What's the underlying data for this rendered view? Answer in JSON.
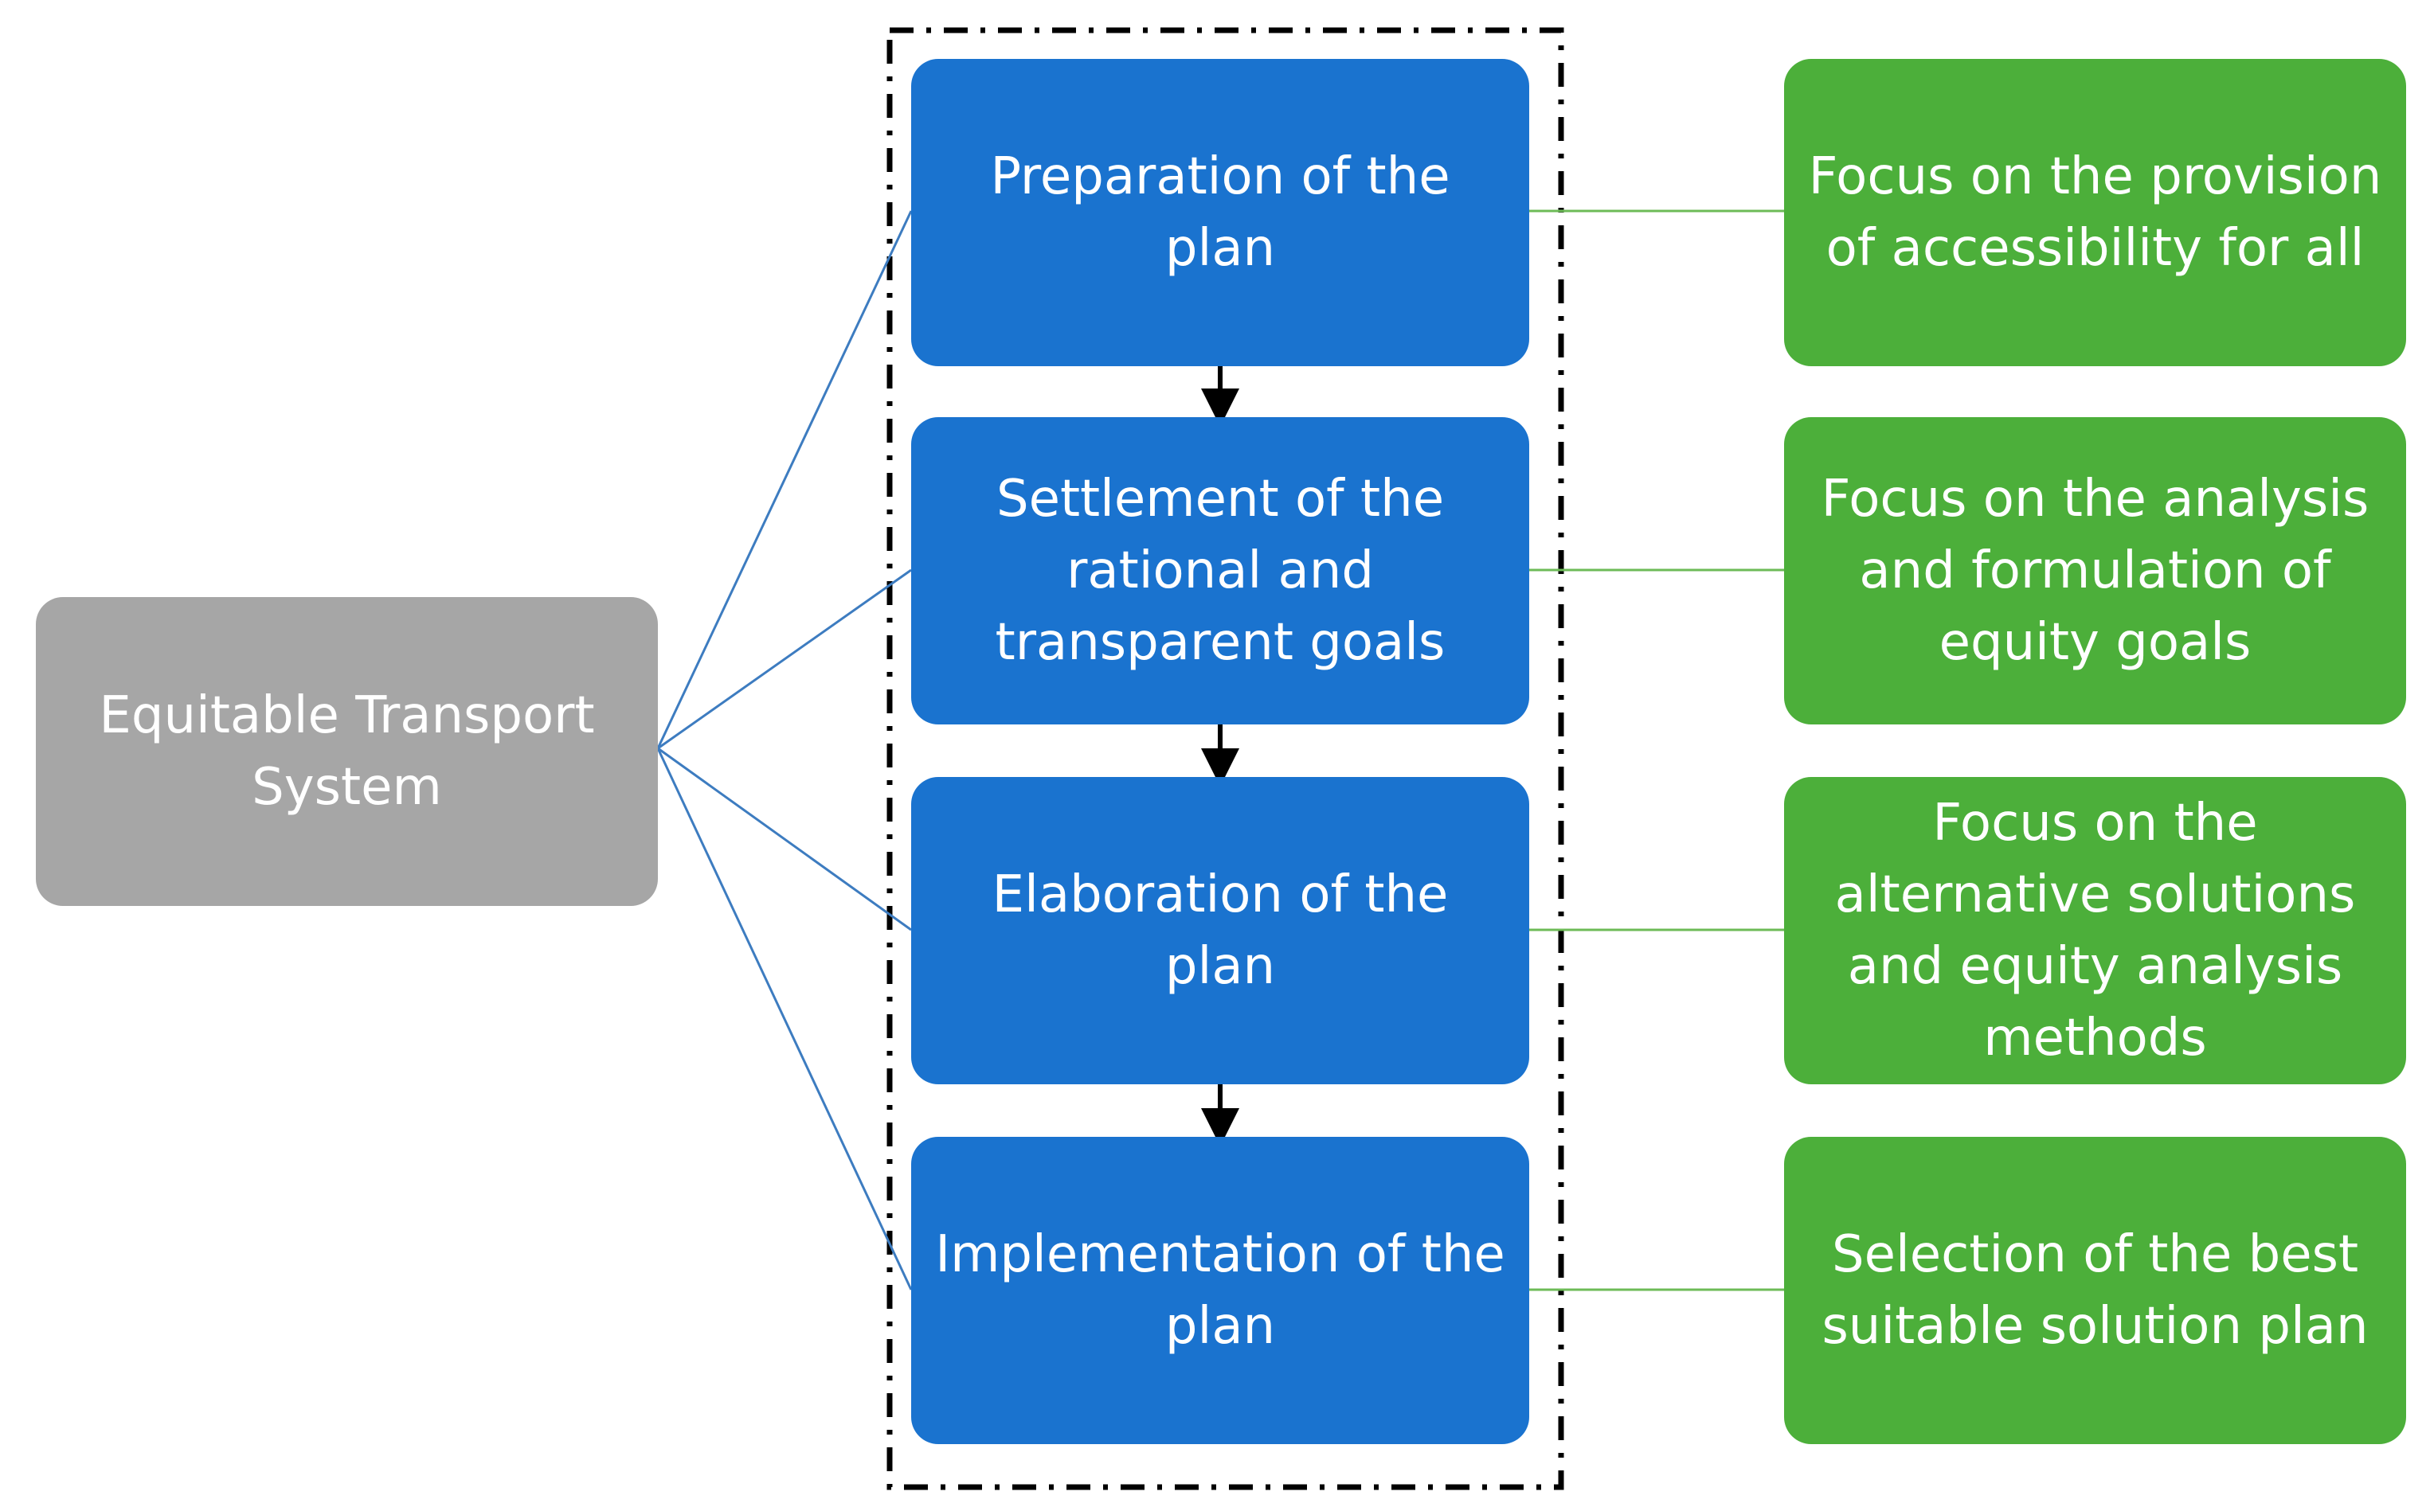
{
  "colors": {
    "root": "#a6a6a6",
    "step": "#1a73cf",
    "focus": "#4caf3a",
    "connector_blue": "#3d7cc0",
    "connector_green": "#6dbb57",
    "arrow": "#000000",
    "frame": "#000000"
  },
  "root": {
    "label": "Equitable Transport\nSystem"
  },
  "steps": [
    {
      "label": "Preparation of the\nplan"
    },
    {
      "label": "Settlement of the\nrational and\ntransparent goals"
    },
    {
      "label": "Elaboration of the\nplan"
    },
    {
      "label": "Implementation of the\nplan"
    }
  ],
  "focus": [
    {
      "label": "Focus on the provision\nof accessibility for all"
    },
    {
      "label": "Focus on the analysis\nand formulation of\nequity goals"
    },
    {
      "label": "Focus on the\nalternative solutions\nand equity analysis\nmethods"
    },
    {
      "label": "Selection of the best\nsuitable solution plan"
    }
  ]
}
